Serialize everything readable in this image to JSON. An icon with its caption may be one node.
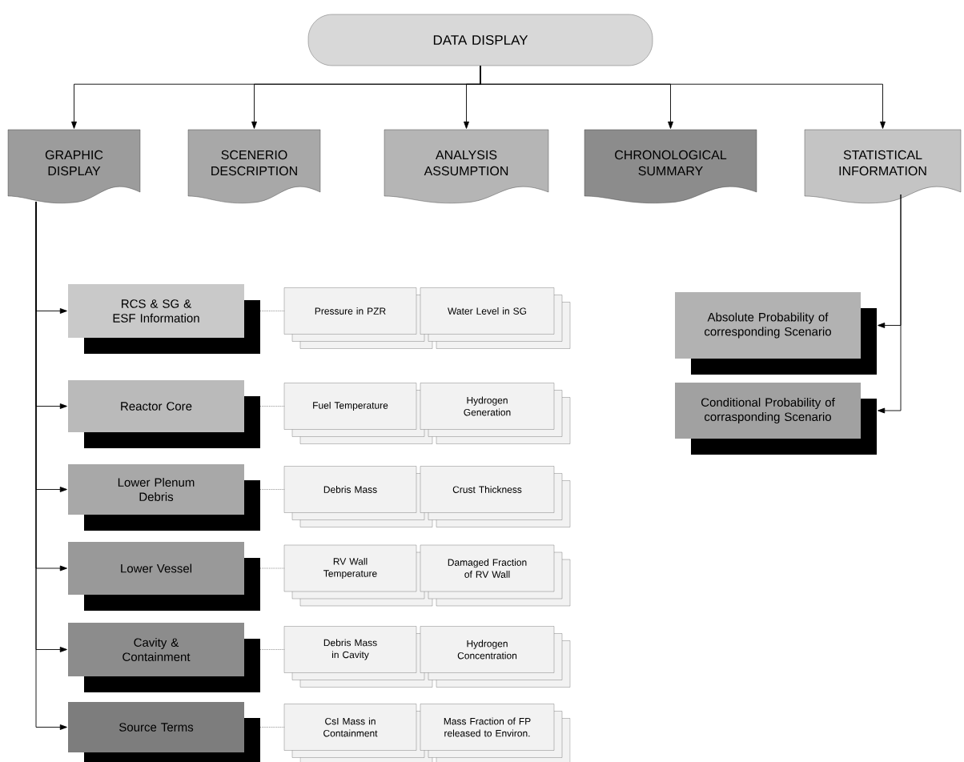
{
  "diagram": {
    "nodes": [
      {
        "text": [
          "DATA DISPLAY"
        ]
      },
      {
        "text": [
          "GRAPHIC DISPLAY"
        ]
      },
      {
        "text": [
          "SCENERIO DESCRIPTION"
        ]
      },
      {
        "text": [
          "ANALYSIS ASSUMPTION"
        ]
      },
      {
        "text": [
          "CHRONOLOGICAL SUMMARY"
        ]
      },
      {
        "text": [
          "STATISTICAL INFORMATION"
        ]
      },
      {
        "text": [
          "RCS & SG & ESF Information"
        ]
      },
      {
        "text": [
          "Reactor Core"
        ]
      },
      {
        "text": [
          "Lower Plenum Debris"
        ]
      },
      {
        "text": [
          "Lower Vessel"
        ]
      },
      {
        "text": [
          "Cavity & Containment"
        ]
      },
      {
        "text": [
          "Source Terms"
        ]
      },
      {
        "text": [
          "Pressure in PZR"
        ]
      },
      {
        "text": [
          "Water Level in SG"
        ]
      },
      {
        "text": [
          "Fuel Temperature"
        ]
      },
      {
        "text": [
          "Hydrogen Generation"
        ]
      },
      {
        "text": [
          "Debris Mass"
        ]
      },
      {
        "text": [
          "Crust Thickness"
        ]
      },
      {
        "text": [
          "RV Wall Temperature"
        ]
      },
      {
        "text": [
          "Damaged Fraction of RV Wall"
        ]
      },
      {
        "text": [
          "Debris Mass in Cavity"
        ]
      },
      {
        "text": [
          "Hydrogen Concentration"
        ]
      },
      {
        "text": [
          "CsI Mass in Containment"
        ]
      },
      {
        "text": [
          "Mass Fraction of FP released to Environ."
        ]
      },
      {
        "text": [
          "Absolute Probability of corresponding Scenario"
        ]
      },
      {
        "text": [
          "Conditional Probability of corrasponding Scenario"
        ]
      }
    ],
    "edges": [
      {
        "from": 0,
        "to": 1,
        "arrow": "to"
      },
      {
        "from": 0,
        "to": 2,
        "arrow": "to"
      },
      {
        "from": 0,
        "to": 3,
        "arrow": "to"
      },
      {
        "from": 0,
        "to": 4,
        "arrow": "to"
      },
      {
        "from": 0,
        "to": 5,
        "arrow": "to"
      },
      {
        "from": 1,
        "to": 6,
        "arrow": "to"
      },
      {
        "from": 1,
        "to": 7,
        "arrow": "to"
      },
      {
        "from": 1,
        "to": 8,
        "arrow": "to"
      },
      {
        "from": 1,
        "to": 9,
        "arrow": "to"
      },
      {
        "from": 1,
        "to": 10,
        "arrow": "to"
      },
      {
        "from": 1,
        "to": 11,
        "arrow": "to"
      },
      {
        "from": 6,
        "to": 12,
        "arrow": "none",
        "style": "dashed",
        "color": "#666666"
      },
      {
        "from": 7,
        "to": 14,
        "arrow": "none",
        "style": "dashed",
        "color": "#666666"
      },
      {
        "from": 8,
        "to": 16,
        "arrow": "none",
        "style": "dashed",
        "color": "#666666"
      },
      {
        "from": 9,
        "to": 18,
        "arrow": "none",
        "style": "dashed",
        "color": "#666666"
      },
      {
        "from": 10,
        "to": 20,
        "arrow": "none",
        "style": "dashed",
        "color": "#666666"
      },
      {
        "from": 11,
        "to": 22,
        "arrow": "none",
        "style": "dashed",
        "color": "#666666"
      },
      {
        "from": 5,
        "to": 24,
        "arrow": "to"
      },
      {
        "from": 5,
        "to": 25,
        "arrow": "to"
      }
    ]
  }
}
